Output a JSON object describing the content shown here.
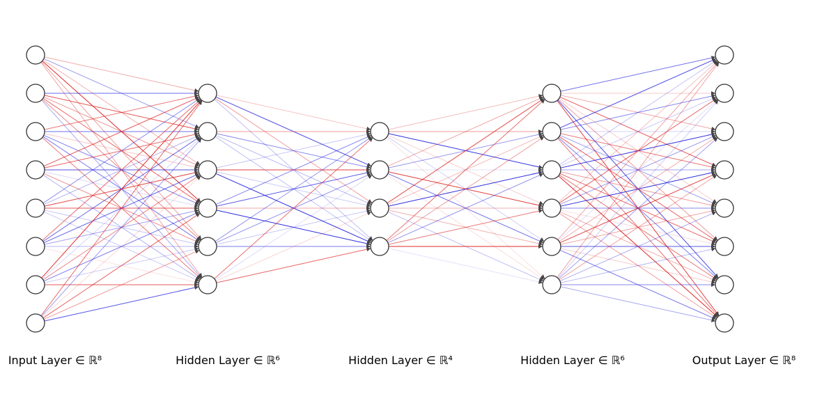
{
  "diagram": {
    "type": "neural-network",
    "layers": [
      {
        "label": "Input Layer ∈ ℝ⁸",
        "size": 8
      },
      {
        "label": "Hidden Layer ∈ ℝ⁶",
        "size": 6
      },
      {
        "label": "Hidden Layer ∈ ℝ⁴",
        "size": 4
      },
      {
        "label": "Hidden Layer ∈ ℝ⁶",
        "size": 6
      },
      {
        "label": "Output Layer ∈ ℝ⁸",
        "size": 8
      }
    ],
    "edge_colors": {
      "positive": "#dd2222",
      "negative": "#2222dd"
    },
    "node_fill": "#ffffff",
    "node_stroke": "#333333",
    "arrowheads": true
  }
}
